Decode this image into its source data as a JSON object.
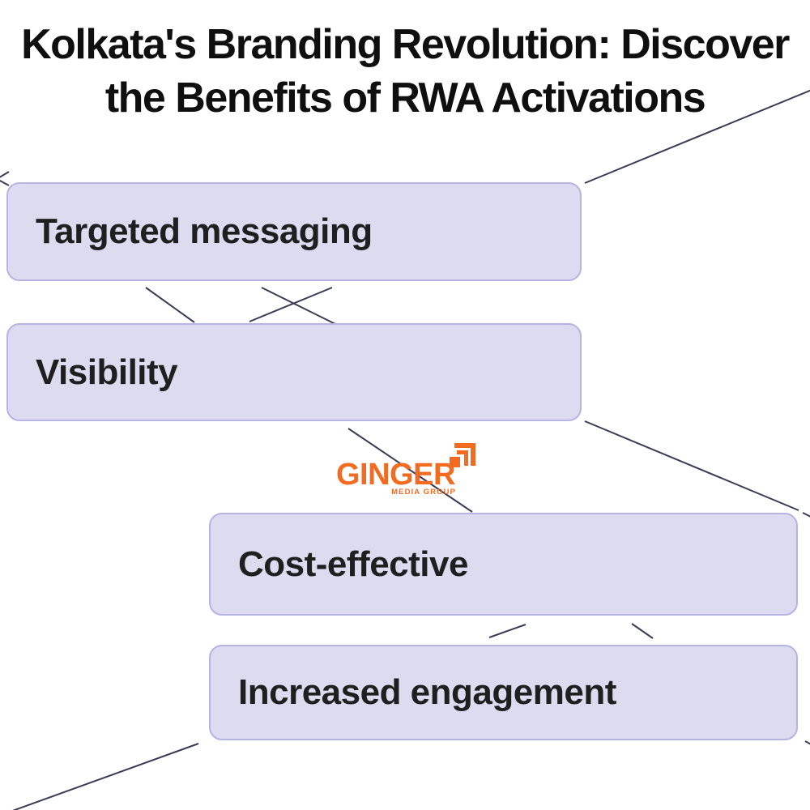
{
  "title": {
    "line1": "Kolkata's Branding Revolution: Discover",
    "line2": "the Benefits of RWA Activations"
  },
  "benefits": [
    {
      "label": "Targeted messaging"
    },
    {
      "label": "Visibility"
    },
    {
      "label": "Cost-effective"
    },
    {
      "label": "Increased engagement"
    }
  ],
  "logo": {
    "name": "GINGER",
    "tagline": "MEDIA GROUP"
  },
  "colors": {
    "box-fill": "#dcdbf0",
    "box-border": "#b6b4e2",
    "box-text": "#1f1f1f",
    "title-text": "#0f0f0f",
    "line": "#3b3b55",
    "brand-orange": "#f26b21",
    "background": "#ffffff"
  }
}
